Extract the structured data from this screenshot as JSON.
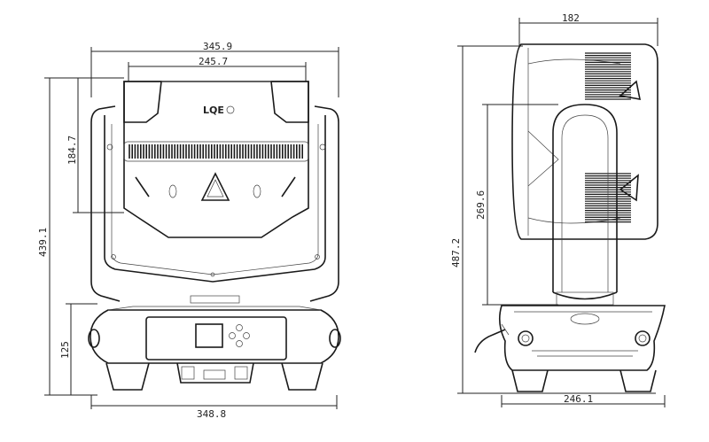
{
  "brand": {
    "logo_text": "LQE"
  },
  "front_view": {
    "dims": {
      "head_width": "345.9",
      "lens_width": "245.7",
      "total_height": "439.1",
      "head_height": "184.7",
      "base_height": "125",
      "base_width": "348.8"
    }
  },
  "side_view": {
    "dims": {
      "head_depth": "182",
      "arm_height": "269.6",
      "total_height": "487.2",
      "base_depth": "246.1"
    }
  },
  "colors": {
    "line": "#222222",
    "background": "#ffffff"
  }
}
